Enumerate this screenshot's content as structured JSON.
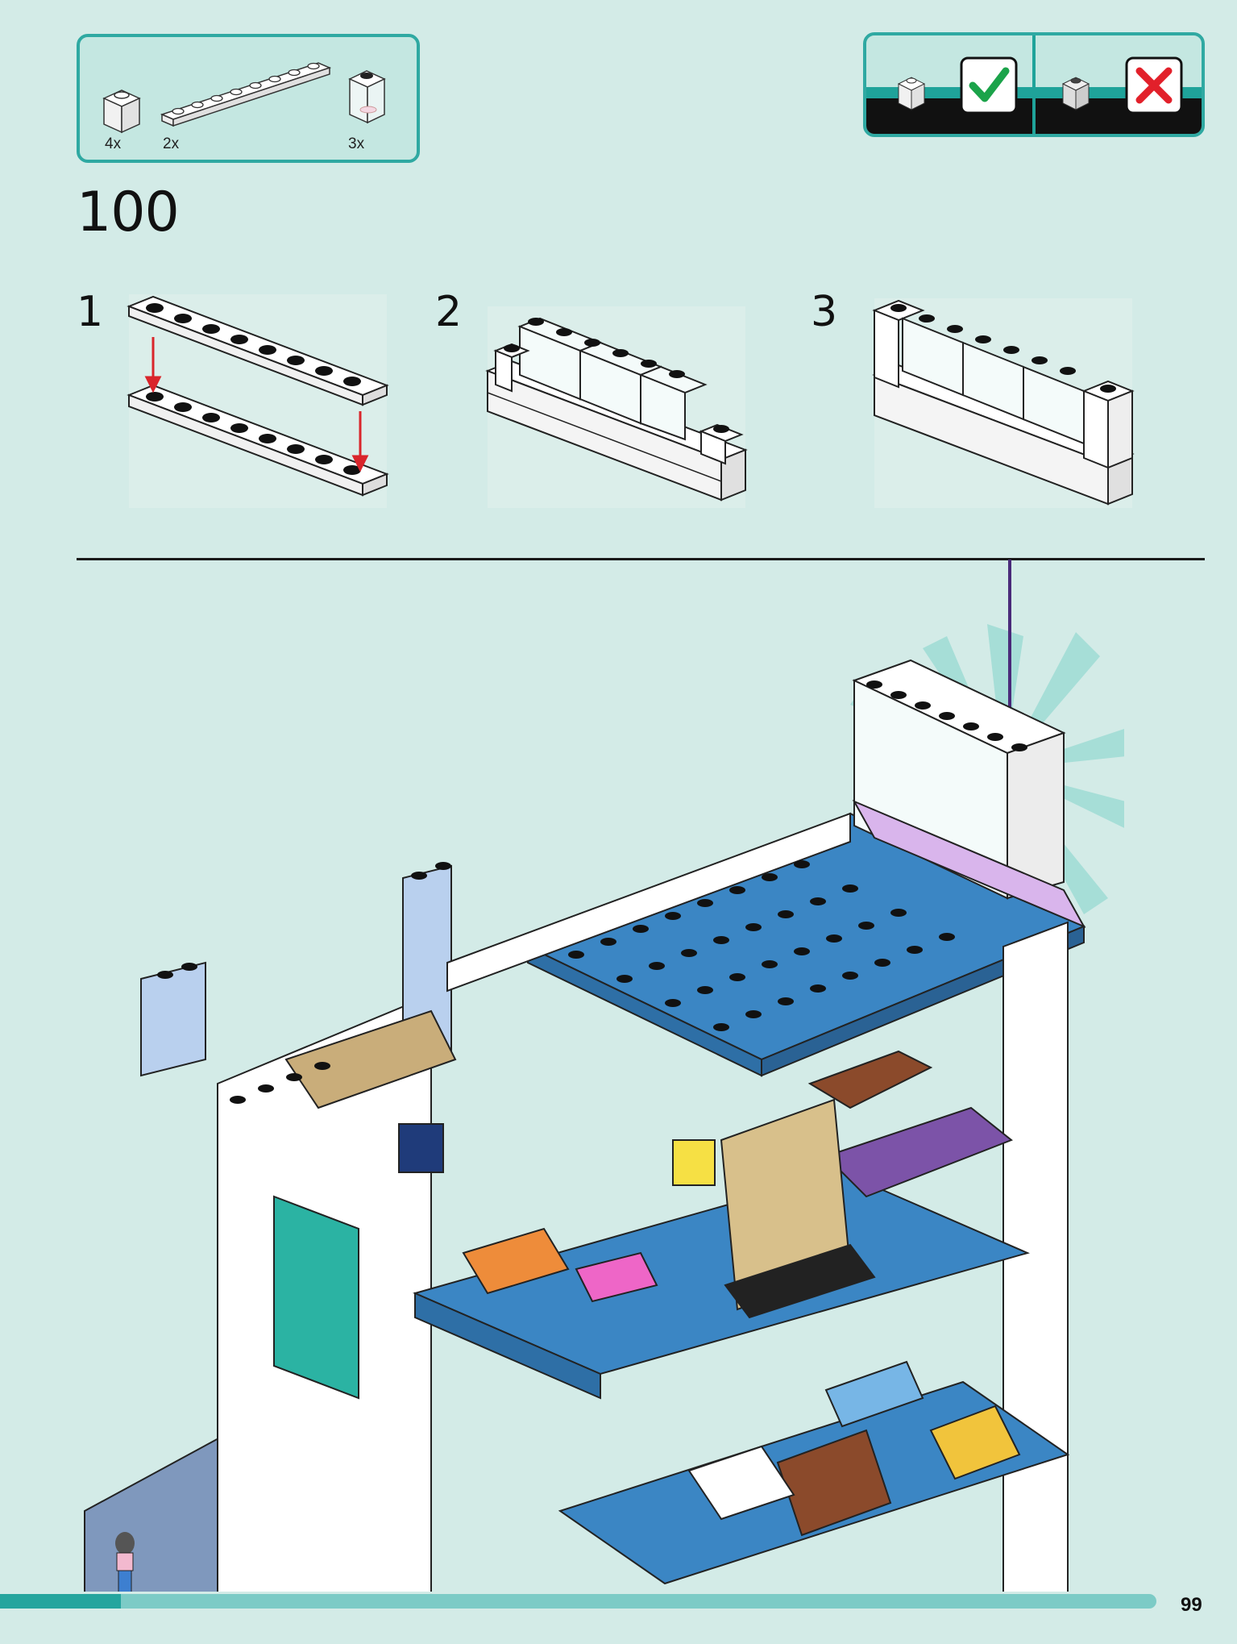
{
  "parts": [
    {
      "qty": "4x",
      "icon": "white-1x1-brick"
    },
    {
      "qty": "2x",
      "icon": "white-1x8-plate"
    },
    {
      "qty": "3x",
      "icon": "transparent-1x2x2-panel"
    }
  ],
  "step": {
    "number": "100"
  },
  "substeps": [
    {
      "number": "1"
    },
    {
      "number": "2"
    },
    {
      "number": "3"
    }
  ],
  "check": {
    "correct_icon": "check-icon",
    "wrong_icon": "cross-icon",
    "correct_color": "#1ba34a",
    "wrong_color": "#e2202a"
  },
  "page": {
    "number": "99",
    "progress": 0.1
  },
  "colors": {
    "background": "#d3ebe7",
    "accent": "#2fa9a2",
    "arrow_red": "#d9252b",
    "arrow_purple": "#4a2a7a",
    "floor_blue": "#3b86c4"
  }
}
